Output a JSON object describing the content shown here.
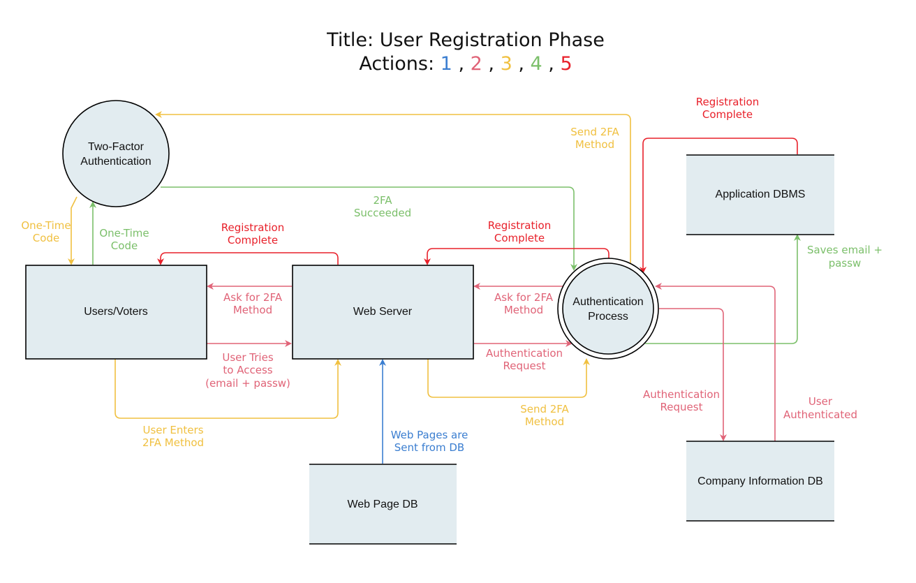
{
  "title": {
    "prefix": "Title: User Registration Phase",
    "actions_prefix": "Actions: ",
    "actions": [
      {
        "text": "1",
        "color": "#3b7ed0"
      },
      {
        "text": ", ",
        "color": "#111111"
      },
      {
        "text": "2",
        "color": "#e06377"
      },
      {
        "text": ", ",
        "color": "#111111"
      },
      {
        "text": "3",
        "color": "#f0c040"
      },
      {
        "text": ", ",
        "color": "#111111"
      },
      {
        "text": "4",
        "color": "#7bbf6a"
      },
      {
        "text": ", ",
        "color": "#111111"
      },
      {
        "text": "5",
        "color": "#e8202a"
      }
    ]
  },
  "colors": {
    "action1": "#3b7ed0",
    "action2": "#e06377",
    "action3": "#f0c040",
    "action4": "#7bbf6a",
    "action5": "#e8202a"
  },
  "nodes": {
    "two_factor": [
      "Two-Factor",
      "Authentication"
    ],
    "users": "Users/Voters",
    "web_server": "Web Server",
    "auth_process": [
      "Authentication",
      "Process"
    ],
    "app_dbms": "Application DBMS",
    "web_page_db": "Web Page DB",
    "company_db": "Company Information DB"
  },
  "labels": {
    "send_2fa_top": [
      "Send 2FA",
      "Method"
    ],
    "registration_complete_top": [
      "Registration",
      "Complete"
    ],
    "two_fa_succeeded": [
      "2FA",
      "Succeeded"
    ],
    "otc_yellow": [
      "One-Time",
      "Code"
    ],
    "otc_green": [
      "One-Time",
      "Code"
    ],
    "reg_complete_left": [
      "Registration",
      "Complete"
    ],
    "reg_complete_mid": [
      "Registration",
      "Complete"
    ],
    "ask_2fa_left": [
      "Ask for 2FA",
      "Method"
    ],
    "ask_2fa_mid": [
      "Ask for 2FA",
      "Method"
    ],
    "user_tries": [
      "User Tries",
      "to Access",
      "(email + passw)"
    ],
    "auth_request_mid": [
      "Authentication",
      "Request"
    ],
    "user_enters": [
      "User Enters",
      "2FA Method"
    ],
    "send_2fa_bottom": [
      "Send 2FA",
      "Method"
    ],
    "web_pages_sent": [
      "Web Pages are",
      "Sent from DB"
    ],
    "saves_email": [
      "Saves email +",
      "passw"
    ],
    "auth_request_right": [
      "Authentication",
      "Request"
    ],
    "user_authenticated": [
      "User",
      "Authenticated"
    ]
  }
}
